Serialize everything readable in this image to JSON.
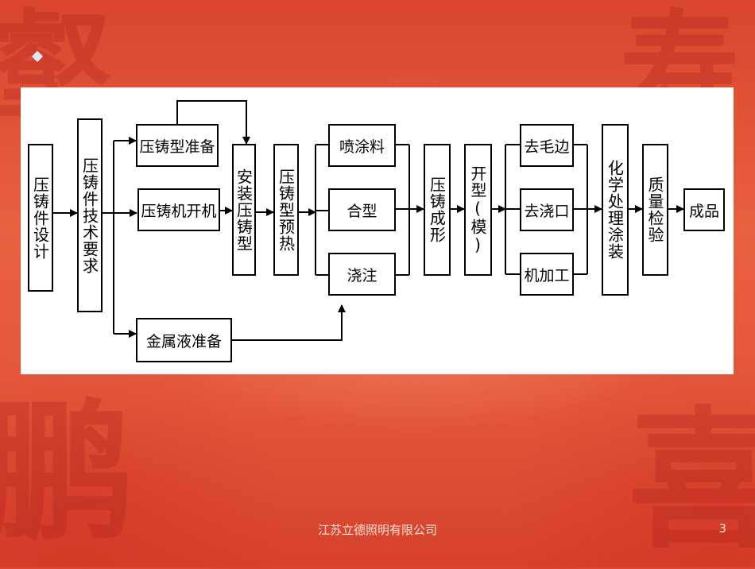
{
  "diagram": {
    "nodes": {
      "design": "压铸件设计",
      "requirements": "压铸件技术要求",
      "mold_prep": "压铸型准备",
      "machine_on": "压铸机开机",
      "metal_prep": "金属液准备",
      "install_mold": "安装压铸型",
      "preheat": "压铸型预热",
      "spray": "喷涂料",
      "close_mold": "合型",
      "pour": "浇注",
      "casting": "压铸成形",
      "open_mold": "开型(模)",
      "deburr": "去毛边",
      "gate_removal": "去浇口",
      "machining": "机加工",
      "coating": "化学处理涂装",
      "inspection": "质量检验",
      "product": "成品"
    }
  },
  "footer": {
    "company": "江苏立德照明有限公司",
    "page": "3"
  }
}
